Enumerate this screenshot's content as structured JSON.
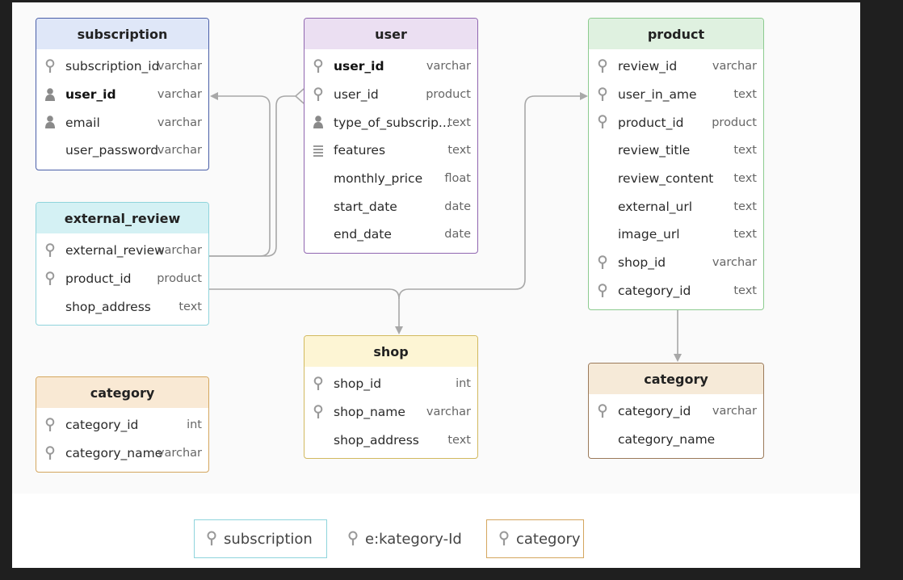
{
  "colors": {
    "subscription": {
      "header": "#dfe7f8",
      "border": "#4a5fa8"
    },
    "user": {
      "header": "#ebdff2",
      "border": "#9066b0"
    },
    "product": {
      "header": "#dff1e0",
      "border": "#8ccb8f"
    },
    "external_review": {
      "header": "#d4f1f4",
      "border": "#8fd4dc"
    },
    "shop": {
      "header": "#fdf5d4",
      "border": "#d2b95f"
    },
    "category_left": {
      "header": "#f9e9d4",
      "border": "#d4a65e"
    },
    "category_right": {
      "header": "#f6ead8",
      "border": "#9b7a5a"
    }
  },
  "entities": {
    "subscription": {
      "title": "subscription",
      "fields": [
        {
          "name": "subscription_id",
          "type": "varchar",
          "icon": "key-icon"
        },
        {
          "name": "user_id",
          "type": "varchar",
          "icon": "person-icon"
        },
        {
          "name": "email",
          "type": "varchar",
          "icon": "person-icon"
        },
        {
          "name": "user_password",
          "type": "varchar",
          "icon": ""
        }
      ]
    },
    "user": {
      "title": "user",
      "fields": [
        {
          "name": "user_id",
          "type": "varchar",
          "icon": "key-icon"
        },
        {
          "name": "user_id",
          "type": "product",
          "icon": "key-icon"
        },
        {
          "name": "type_of_subscrip...",
          "type": "text",
          "icon": "person-icon"
        },
        {
          "name": "features",
          "type": "text",
          "icon": "list-icon"
        },
        {
          "name": "monthly_price",
          "type": "float",
          "icon": ""
        },
        {
          "name": "start_date",
          "type": "date",
          "icon": ""
        },
        {
          "name": "end_date",
          "type": "date",
          "icon": ""
        }
      ]
    },
    "product": {
      "title": "product",
      "fields": [
        {
          "name": "review_id",
          "type": "varchar",
          "icon": "key-icon"
        },
        {
          "name": "user_in_ame",
          "type": "text",
          "icon": "key-icon"
        },
        {
          "name": "product_id",
          "type": "product",
          "icon": "key-icon"
        },
        {
          "name": "review_title",
          "type": "text",
          "icon": ""
        },
        {
          "name": "review_content",
          "type": "text",
          "icon": ""
        },
        {
          "name": "external_url",
          "type": "text",
          "icon": ""
        },
        {
          "name": "image_url",
          "type": "text",
          "icon": ""
        },
        {
          "name": "shop_id",
          "type": "varchar",
          "icon": "key-icon"
        },
        {
          "name": "category_id",
          "type": "text",
          "icon": "key-icon"
        }
      ]
    },
    "external_review": {
      "title": "external_review",
      "fields": [
        {
          "name": "external_review",
          "type": "varchar",
          "icon": "key-icon"
        },
        {
          "name": "product_id",
          "type": "product",
          "icon": "key-icon"
        },
        {
          "name": "shop_address",
          "type": "text",
          "icon": ""
        }
      ]
    },
    "shop": {
      "title": "shop",
      "fields": [
        {
          "name": "shop_id",
          "type": "int",
          "icon": "key-icon"
        },
        {
          "name": "shop_name",
          "type": "varchar",
          "icon": "key-icon"
        },
        {
          "name": "shop_address",
          "type": "text",
          "icon": ""
        }
      ]
    },
    "category_left": {
      "title": "category",
      "fields": [
        {
          "name": "category_id",
          "type": "int",
          "icon": "key-icon"
        },
        {
          "name": "category_name",
          "type": "varchar",
          "icon": "key-icon"
        }
      ]
    },
    "category_right": {
      "title": "category",
      "fields": [
        {
          "name": "category_id",
          "type": "varchar",
          "icon": "key-icon"
        },
        {
          "name": "category_name",
          "type": "",
          "icon": ""
        }
      ]
    }
  },
  "legend": [
    {
      "label": "subscription",
      "icon": "key-icon",
      "border": "#8fd4dc"
    },
    {
      "label": "e:kategory-Id",
      "icon": "key-icon",
      "border": ""
    },
    {
      "label": "category",
      "icon": "key-icon",
      "border": "#d4a65e"
    }
  ]
}
